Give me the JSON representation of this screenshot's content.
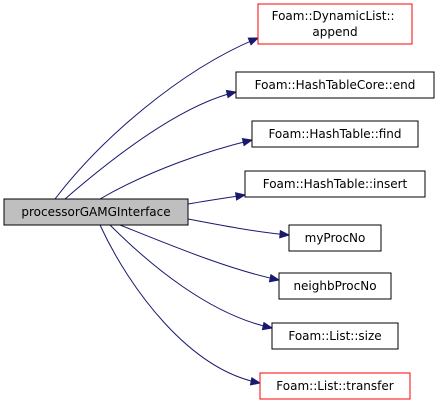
{
  "colors": {
    "edge": "#191970",
    "root_fill": "#bfbfbf",
    "normal_fill": "#ffffff",
    "normal_border": "#000000",
    "truncated_border": "#ff0000"
  },
  "root": {
    "label": "processorGAMGInterface"
  },
  "callees": [
    {
      "label_lines": [
        "Foam::DynamicList::",
        "append"
      ],
      "border": "red"
    },
    {
      "label_lines": [
        "Foam::HashTableCore::end"
      ],
      "border": "black"
    },
    {
      "label_lines": [
        "Foam::HashTable::find"
      ],
      "border": "black"
    },
    {
      "label_lines": [
        "Foam::HashTable::insert"
      ],
      "border": "black"
    },
    {
      "label_lines": [
        "myProcNo"
      ],
      "border": "black"
    },
    {
      "label_lines": [
        "neighbProcNo"
      ],
      "border": "black"
    },
    {
      "label_lines": [
        "Foam::List::size"
      ],
      "border": "black"
    },
    {
      "label_lines": [
        "Foam::List::transfer"
      ],
      "border": "red"
    }
  ]
}
